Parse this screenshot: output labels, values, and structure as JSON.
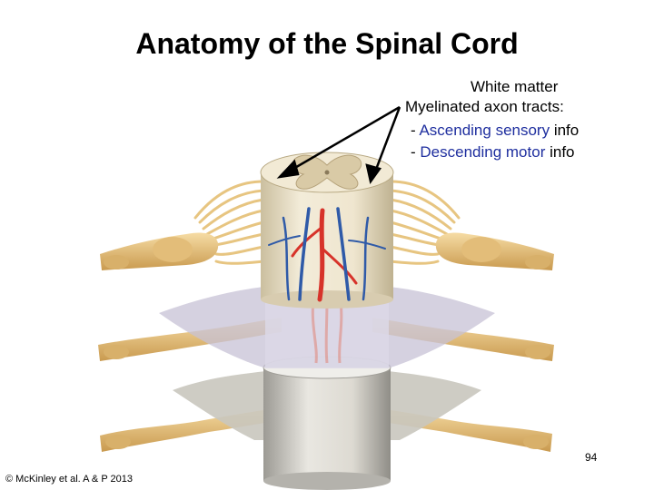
{
  "title": "Anatomy of the Spinal Cord",
  "label": {
    "heading": "White matter",
    "subheading": "Myelinated axon tracts:",
    "line1": {
      "prefix": "- ",
      "highlight": "Ascending sensory",
      "suffix": " info"
    },
    "line2": {
      "prefix": "- ",
      "highlight": "Descending motor",
      "suffix": " info"
    }
  },
  "page_number": "94",
  "credit": "© McKinley et al. A & P 2013",
  "colors": {
    "nerve": "#e7c581",
    "cord": "#e6dcc3",
    "artery": "#d7332a",
    "vein": "#2f5aa8",
    "meninges": "#c7c2d6",
    "label_highlight": "#1f2f9f"
  }
}
